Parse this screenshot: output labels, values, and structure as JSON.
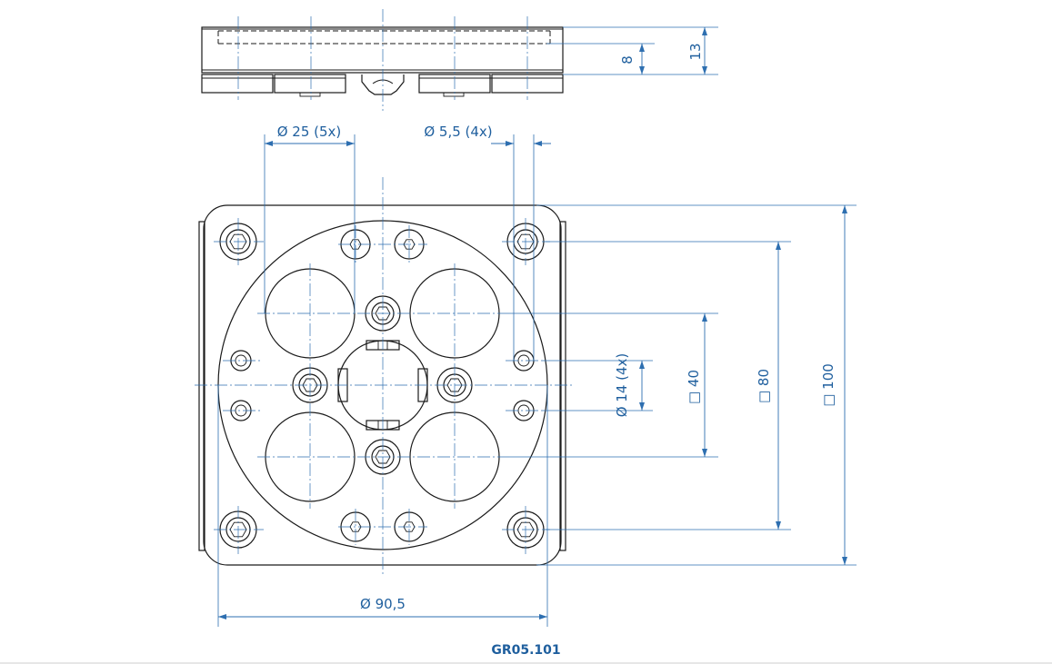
{
  "part_number": "GR05.101",
  "dimensions": {
    "thickness_8": "8",
    "thickness_13": "13",
    "large_bore": "Ø 25 (5x)",
    "mount_hole": "Ø 5,5 (4x)",
    "counterbore": "Ø 14 (4x)",
    "square_40": "□ 40",
    "square_80": "□ 80",
    "square_100": "□ 100",
    "diameter_90_5": "Ø 90,5"
  },
  "colors": {
    "dimension": "#2e6fb0",
    "outline": "#1a1a1a",
    "label": "#1f5f9e"
  }
}
